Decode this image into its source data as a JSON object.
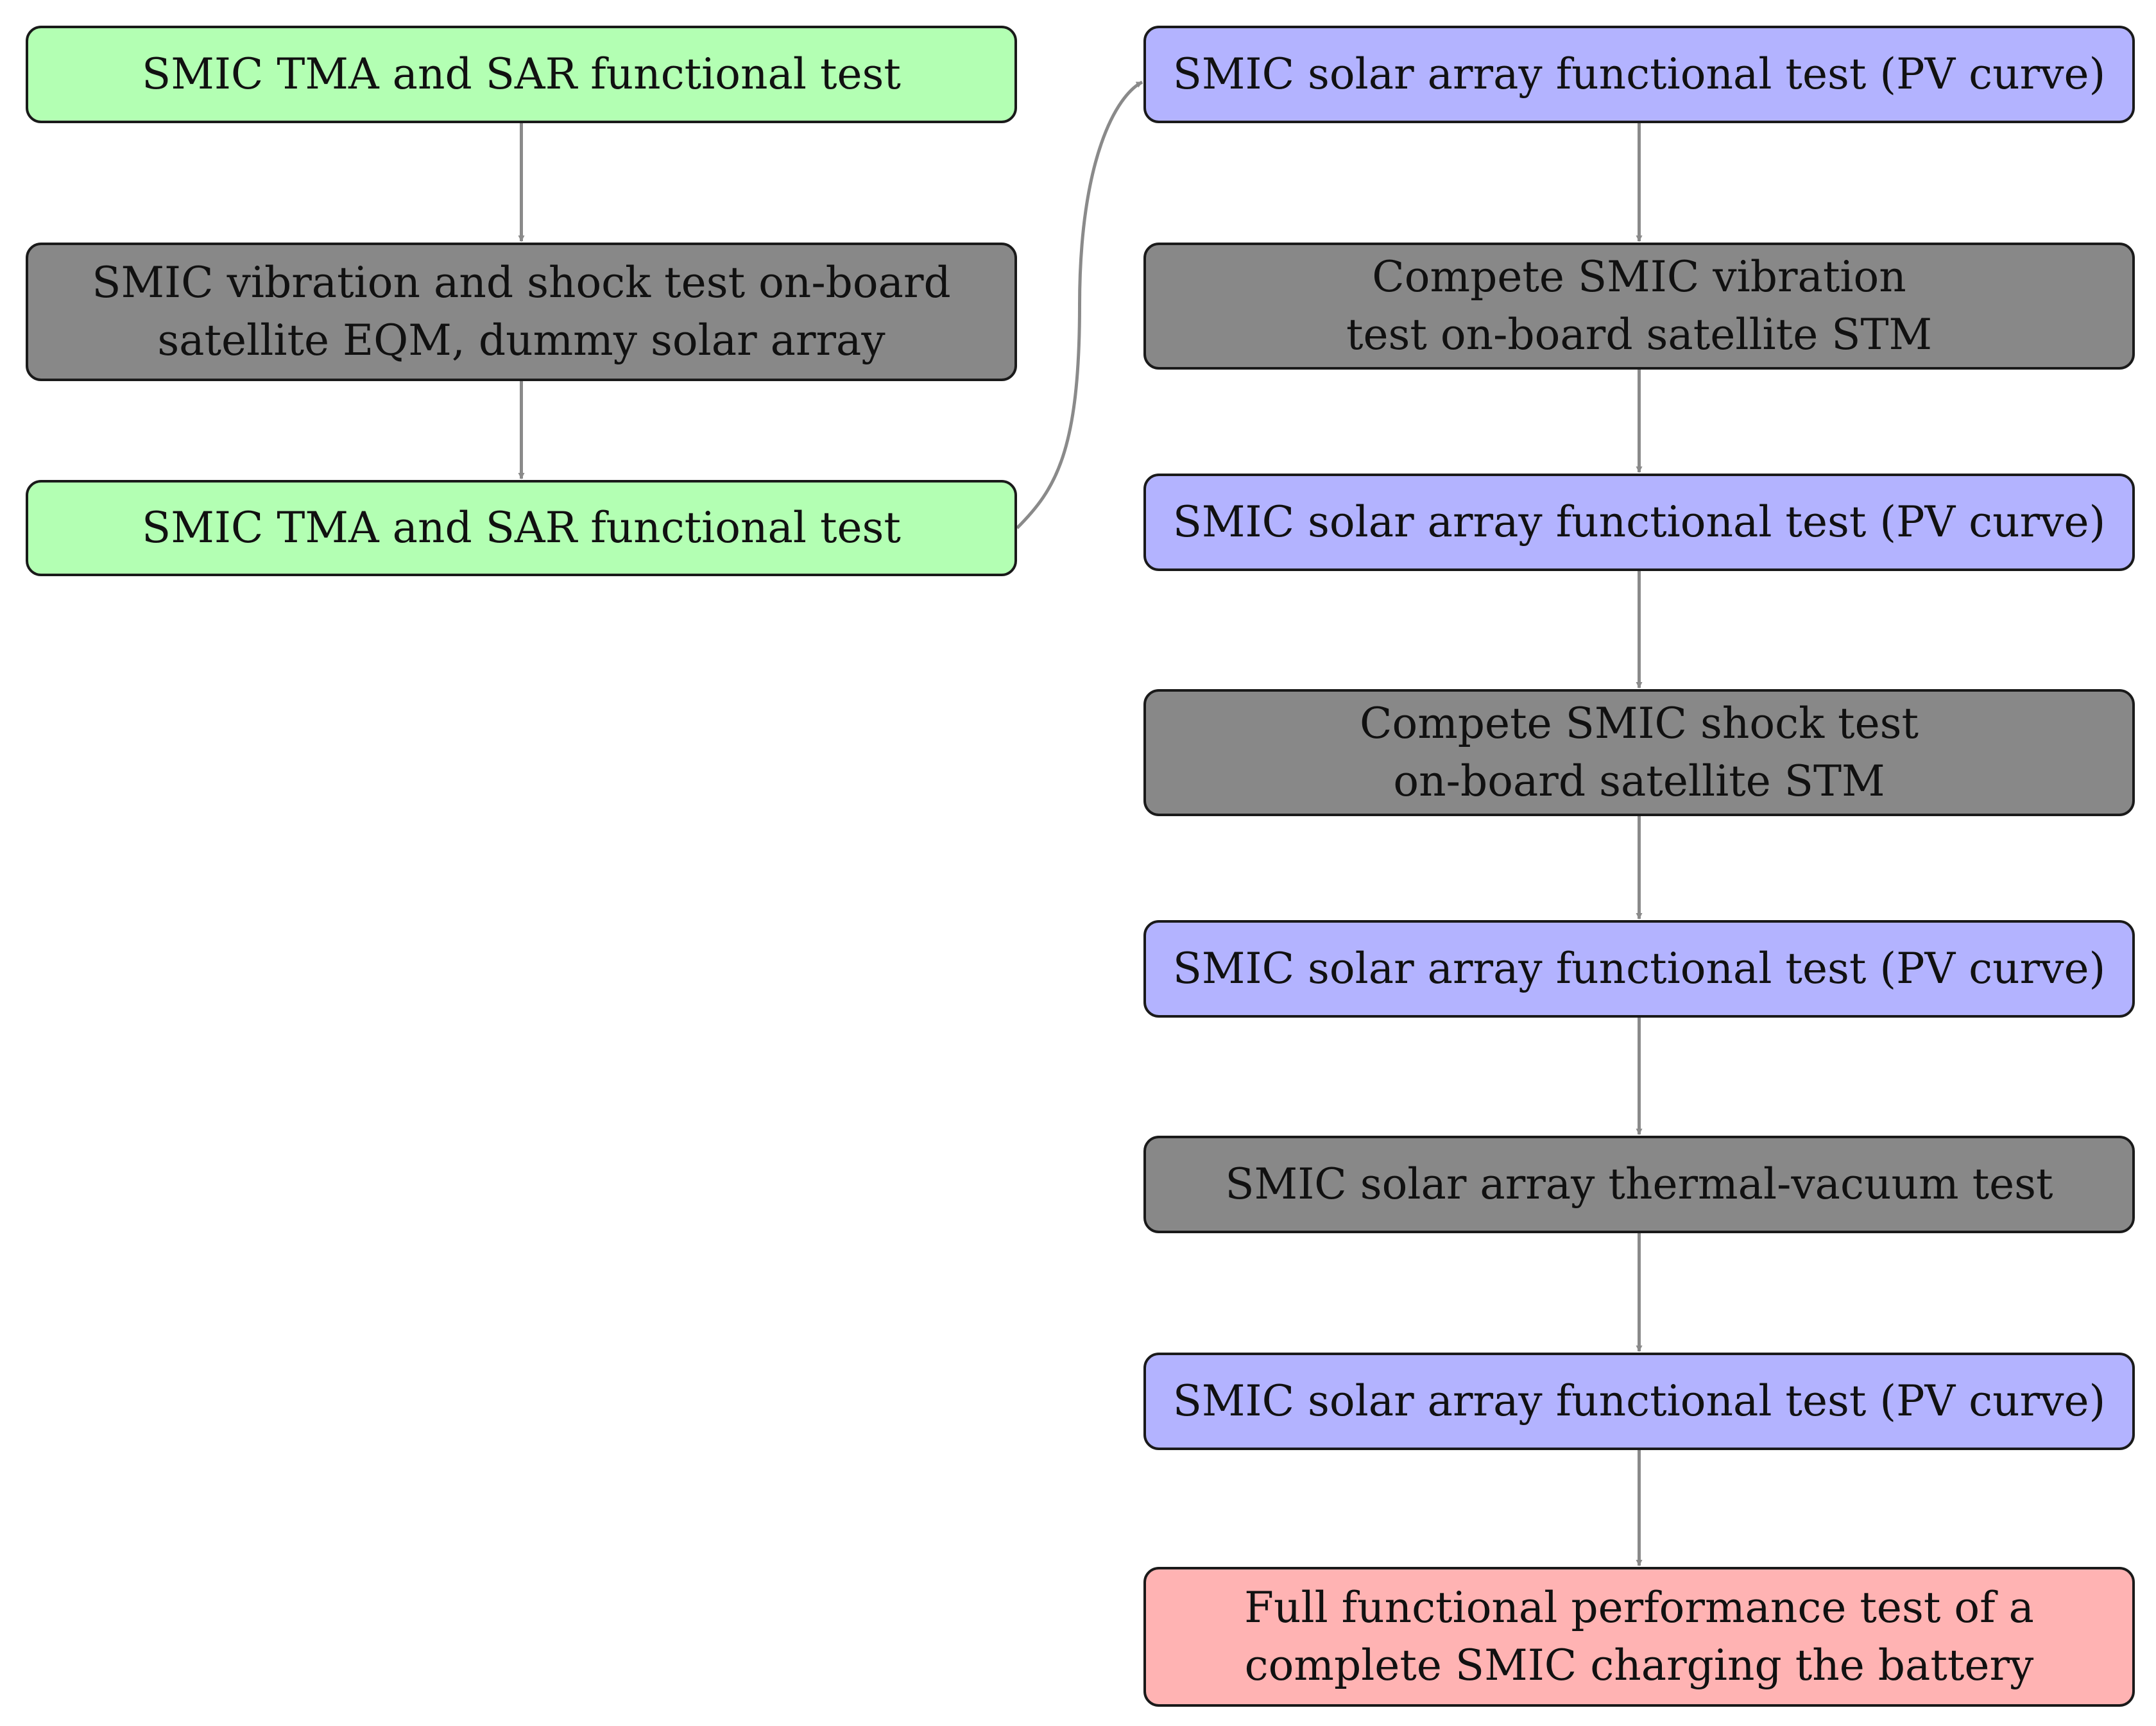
{
  "colors": {
    "green": "#b3ffb3",
    "gray": "#888888",
    "blue": "#b3b3ff",
    "red": "#ffb3b3",
    "arrow": "#8a8a8a"
  },
  "nodes": [
    {
      "id": "left-1",
      "color": "green",
      "lines": [
        "SMIC TMA and SAR functional test"
      ]
    },
    {
      "id": "left-2",
      "color": "gray",
      "lines": [
        "SMIC vibration and shock test on-board",
        "satellite EQM, dummy solar array"
      ]
    },
    {
      "id": "left-3",
      "color": "green",
      "lines": [
        "SMIC TMA and SAR functional test"
      ]
    },
    {
      "id": "right-1",
      "color": "blue",
      "lines": [
        "SMIC solar array functional test (PV curve)"
      ]
    },
    {
      "id": "right-2",
      "color": "gray",
      "lines": [
        "Compete SMIC vibration",
        "test on-board satellite STM"
      ]
    },
    {
      "id": "right-3",
      "color": "blue",
      "lines": [
        "SMIC solar array functional test (PV curve)"
      ]
    },
    {
      "id": "right-4",
      "color": "gray",
      "lines": [
        "Compete SMIC shock test",
        "on-board satellite STM"
      ]
    },
    {
      "id": "right-5",
      "color": "blue",
      "lines": [
        "SMIC solar array functional test (PV curve)"
      ]
    },
    {
      "id": "right-6",
      "color": "gray",
      "lines": [
        "SMIC solar array thermal-vacuum test"
      ]
    },
    {
      "id": "right-7",
      "color": "blue",
      "lines": [
        "SMIC solar array functional test (PV curve)"
      ]
    },
    {
      "id": "right-8",
      "color": "red",
      "lines": [
        "Full functional performance test of a",
        "complete SMIC charging the battery"
      ]
    }
  ],
  "edges": [
    {
      "from": "left-1",
      "to": "left-2"
    },
    {
      "from": "left-2",
      "to": "left-3"
    },
    {
      "from": "left-3",
      "to": "right-1"
    },
    {
      "from": "right-1",
      "to": "right-2"
    },
    {
      "from": "right-2",
      "to": "right-3"
    },
    {
      "from": "right-3",
      "to": "right-4"
    },
    {
      "from": "right-4",
      "to": "right-5"
    },
    {
      "from": "right-5",
      "to": "right-6"
    },
    {
      "from": "right-6",
      "to": "right-7"
    },
    {
      "from": "right-7",
      "to": "right-8"
    }
  ]
}
